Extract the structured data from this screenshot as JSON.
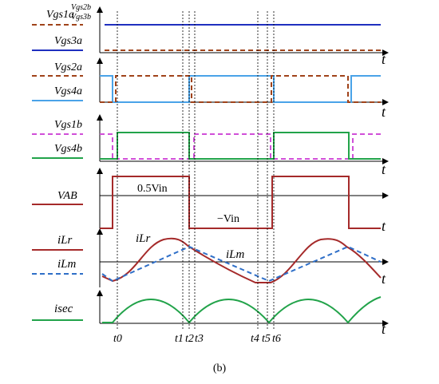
{
  "figure": {
    "caption": "(b)",
    "time_axis_symbol": "t",
    "time_marks": [
      "t0",
      "t1",
      "t2",
      "t3",
      "t4",
      "t5",
      "t6"
    ],
    "panels": [
      {
        "id": "gs1-gs3",
        "legend": [
          {
            "label": "Vgs1a",
            "extra": [
              "Vgs2b",
              "Vgs3b"
            ],
            "color": "#a0431a",
            "style": "dashed"
          },
          {
            "label": "Vgs3a",
            "color": "#1f2fbf",
            "style": "solid"
          }
        ]
      },
      {
        "id": "gs2a-gs4a",
        "legend": [
          {
            "label": "Vgs2a",
            "color": "#a0431a",
            "style": "dashed"
          },
          {
            "label": "Vgs4a",
            "color": "#4aa3e8",
            "style": "solid"
          }
        ]
      },
      {
        "id": "gs1b-gs4b",
        "legend": [
          {
            "label": "Vgs1b",
            "color": "#d04fd8",
            "style": "dashed"
          },
          {
            "label": "Vgs4b",
            "color": "#22a34a",
            "style": "solid"
          }
        ]
      },
      {
        "id": "vab",
        "legend": [
          {
            "label": "VAB",
            "color": "#a52a2a",
            "style": "solid"
          }
        ],
        "annotations": [
          "0.5Vin",
          "−Vin"
        ]
      },
      {
        "id": "currents",
        "legend": [
          {
            "label": "iLr",
            "color": "#a52a2a",
            "style": "solid"
          },
          {
            "label": "iLm",
            "color": "#2f6fc8",
            "style": "dashed"
          }
        ],
        "annotations": [
          "iLr",
          "iLm"
        ]
      },
      {
        "id": "isec",
        "legend": [
          {
            "label": "isec",
            "color": "#22a34a",
            "style": "solid"
          }
        ]
      }
    ],
    "colors": {
      "dark_red": "#a52a2a",
      "brown_dashed": "#a0431a",
      "navy": "#1f2fbf",
      "light_blue": "#4aa3e8",
      "magenta": "#d04fd8",
      "green": "#22a34a",
      "blue_dashed": "#2f6fc8"
    }
  }
}
